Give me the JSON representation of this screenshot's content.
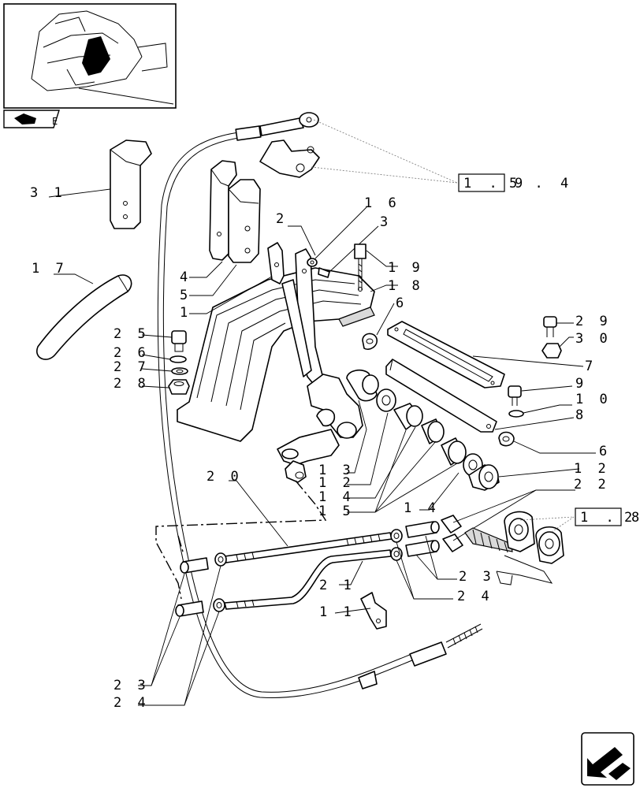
{
  "labels": {
    "l31": "3 1",
    "l17": "1 7",
    "l4": "4",
    "l5": "5",
    "l1": "1",
    "l2": "2",
    "l16": "1 6",
    "l3": "3",
    "l19": "1 9",
    "l18": "1 8",
    "l6a": "6",
    "l25": "2 5",
    "l26": "2 6",
    "l27": "2 7",
    "l28": "2 8",
    "l29": "2 9",
    "l30": "3 0",
    "l7": "7",
    "l9": "9",
    "l10": "1 0",
    "l8": "8",
    "l6b": "6",
    "l12a": "1 2",
    "l13": "1 3",
    "l12b": "1 2",
    "l14a": "1 4",
    "l15": "1 5",
    "l14b": "1 4",
    "l20": "2 0",
    "l22": "2 2",
    "l23a": "2 3",
    "l21": "2 1",
    "l24a": "2 4",
    "l11": "1 1",
    "l23b": "2 3",
    "l24b": "2 4"
  },
  "references": {
    "ref_1954_box": "1 . 9",
    "ref_1954_tail": "5 . 4",
    "ref_182_box": "1 . 8",
    "ref_182_tail": "2"
  },
  "tabs": {
    "corner_letter": "E"
  },
  "icons": {
    "corner_tab": "page-tab-icon",
    "nav_arrow": "next-page-arrow-icon"
  }
}
